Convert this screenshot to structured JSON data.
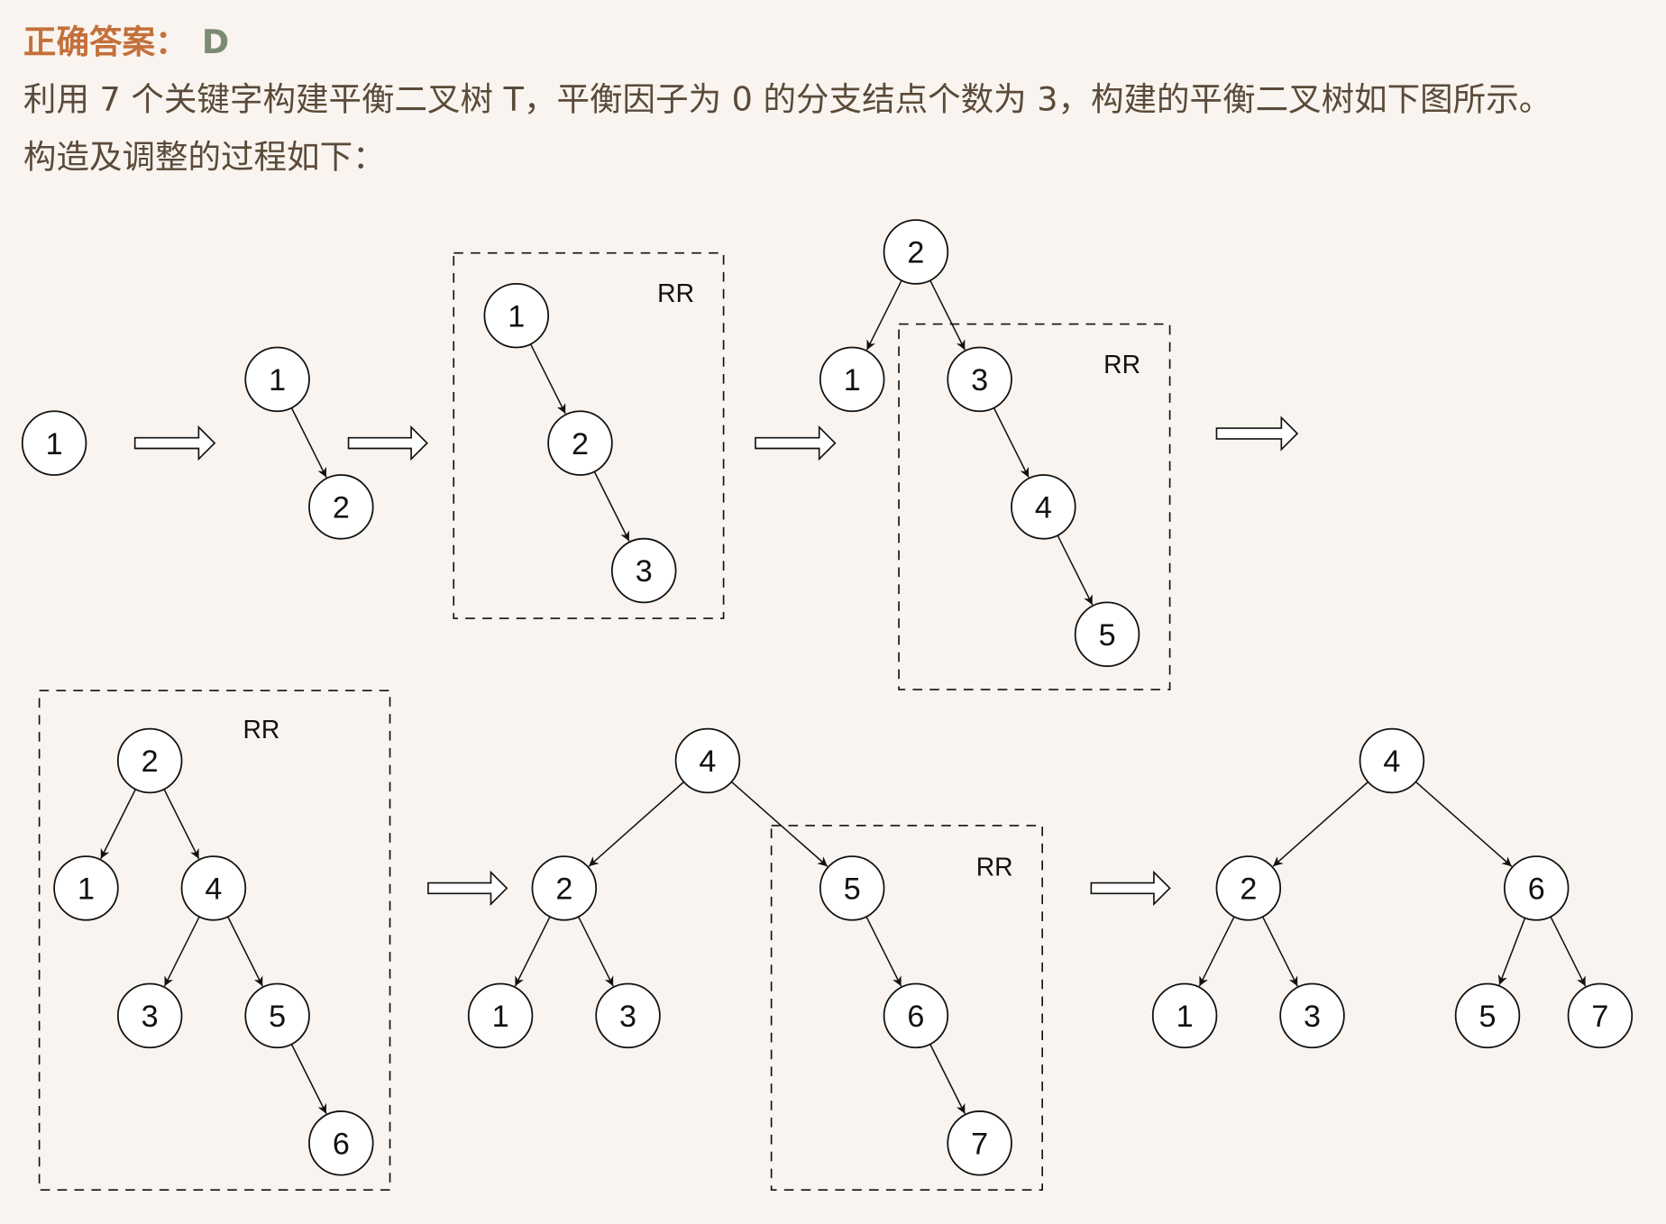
{
  "header": {
    "label": "正确答案：",
    "answer": "D"
  },
  "explanation": {
    "line1": "利用 7 个关键字构建平衡二叉树 T，平衡因子为 0 的分支结点个数为 3，构建的平衡二叉树如下图所示。",
    "line2": "构造及调整的过程如下："
  },
  "diagram": {
    "rotation_label": "RR",
    "steps": [
      {
        "nodes": [
          "1"
        ]
      },
      {
        "nodes": [
          "1",
          "2"
        ]
      },
      {
        "nodes": [
          "1",
          "2",
          "3"
        ],
        "rotation": "RR"
      },
      {
        "nodes": [
          "2",
          "1",
          "3",
          "4",
          "5"
        ],
        "rotation": "RR"
      },
      {
        "nodes": [
          "2",
          "1",
          "4",
          "3",
          "5",
          "6"
        ],
        "rotation": "RR"
      },
      {
        "nodes": [
          "4",
          "2",
          "1",
          "3",
          "5",
          "6",
          "7"
        ],
        "rotation": "RR"
      },
      {
        "nodes": [
          "4",
          "2",
          "1",
          "3",
          "6",
          "5",
          "7"
        ]
      }
    ]
  }
}
